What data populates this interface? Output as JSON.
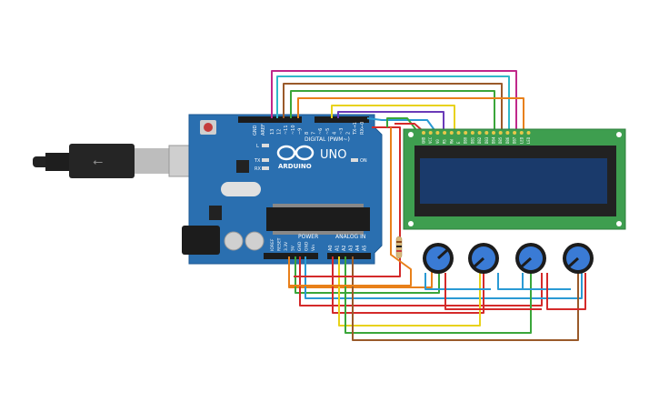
{
  "board": {
    "name": "UNO",
    "brand": "ARDUINO",
    "digital_header": "DIGITAL (PWM~)",
    "power_header": "POWER",
    "analog_header": "ANALOG IN",
    "aref": "AREF",
    "gnd": "GND",
    "tx": "TX",
    "rx": "RX",
    "l": "L",
    "on": "ON",
    "digital_pins": [
      "13",
      "12",
      "~11",
      "~10",
      "~9",
      "8",
      "7",
      "~6",
      "~5",
      "4",
      "~3",
      "2",
      "TX→1",
      "RX←0"
    ],
    "power_pins": [
      "IOREF",
      "RESET",
      "3.3V",
      "5V",
      "GND",
      "GND",
      "Vin"
    ],
    "analog_pins": [
      "A0",
      "A1",
      "A2",
      "A3",
      "A4",
      "A5"
    ]
  },
  "lcd": {
    "pins": [
      "GND",
      "VCC",
      "V0",
      "RS",
      "RW",
      "E",
      "DB0",
      "DB1",
      "DB2",
      "DB3",
      "DB4",
      "DB5",
      "DB6",
      "DB7",
      "LED",
      "LED"
    ]
  },
  "colors": {
    "board": "#2a6fb0",
    "lcd_pcb": "#3e9e4f",
    "lcd_screen": "#1a3a6b",
    "wire_red": "#d42a2a",
    "wire_green": "#3aa63a",
    "wire_yellow": "#e8d21a",
    "wire_orange": "#e8801a",
    "wire_brown": "#9a5a2a",
    "wire_blue": "#2a9ad4",
    "wire_magenta": "#c0288a",
    "wire_cyan": "#30b8c8",
    "wire_purple": "#6a3ab8",
    "pot_knob": "#3a7bd5"
  }
}
